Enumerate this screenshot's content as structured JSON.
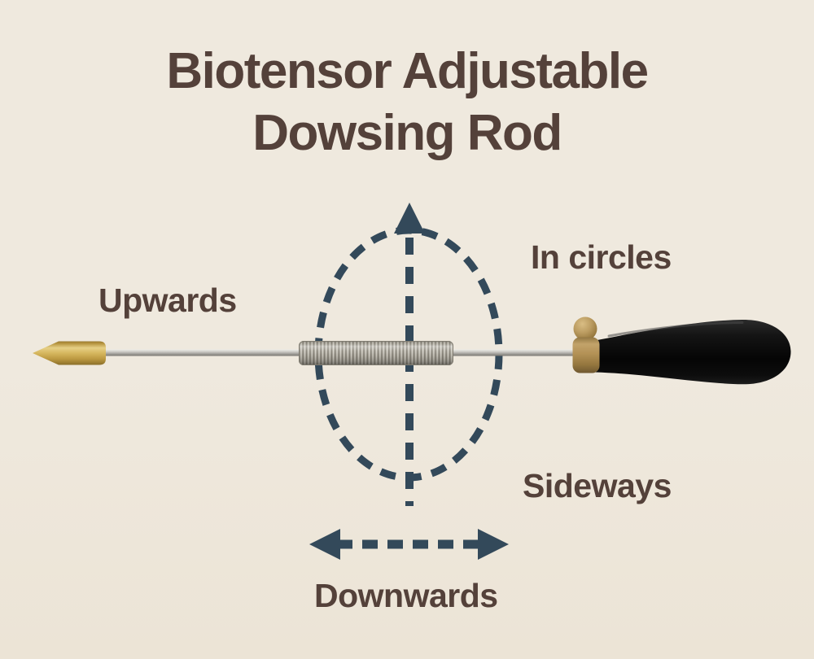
{
  "title": {
    "line1": "Biotensor Adjustable",
    "line2": "Dowsing Rod"
  },
  "labels": {
    "upwards": "Upwards",
    "in_circles": "In circles",
    "sideways": "Sideways",
    "downwards": "Downwards"
  },
  "diagram": {
    "subject": "biotensor-dowsing-rod",
    "motion_indicators": [
      "up-arrow",
      "ellipse-orbit-path",
      "horizontal-double-arrow"
    ],
    "rod_parts": [
      "brass-pointed-tip",
      "metal-wire",
      "spring-coil",
      "brass-knob",
      "brass-collar",
      "black-handle"
    ]
  },
  "colors": {
    "background": "#EFE9DE",
    "background_bottom": "#ECE4D6",
    "heading_text": "#54413A",
    "arrow_stroke": "#33495A",
    "brass": "#D6B75F",
    "brass_muted": "#A98B52",
    "spring_silver": "#AEAA9F",
    "wire_silver": "#C6C4BF",
    "handle_black": "#0A0A0A"
  }
}
